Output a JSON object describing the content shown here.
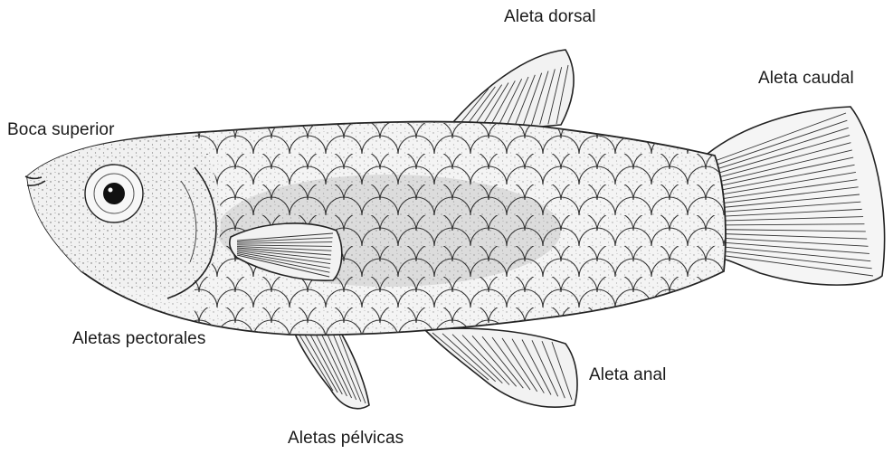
{
  "labels": {
    "dorsal_fin": "Aleta dorsal",
    "caudal_fin": "Aleta caudal",
    "mouth": "Boca superior",
    "pectoral_fins": "Aletas pectorales",
    "anal_fin": "Aleta anal",
    "pelvic_fins": "Aletas pélvicas"
  },
  "colors": {
    "ink": "#222222",
    "body_fill": "#f4f4f4",
    "shade": "#d9d9d9",
    "eye": "#111111"
  }
}
